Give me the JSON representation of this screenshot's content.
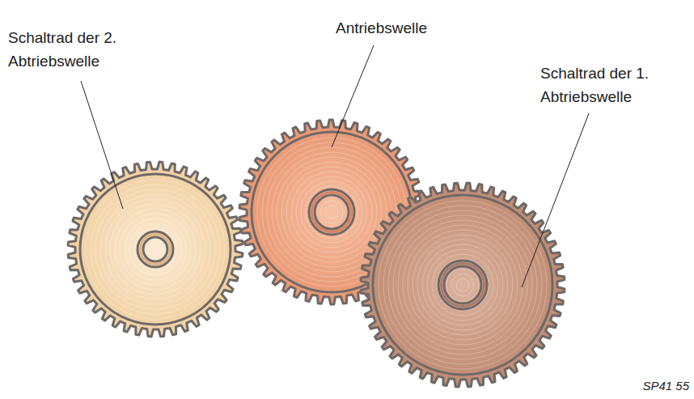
{
  "diagram": {
    "labels": [
      "Antriebswelle",
      "Schaltrad der 2. Abtriebswelle",
      "Schaltrad der 1. Abtriebswelle",
      "SP41 55"
    ]
  }
}
